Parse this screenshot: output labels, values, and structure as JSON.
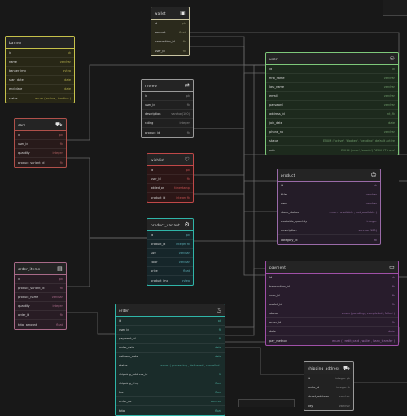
{
  "tables": [
    {
      "id": "wallet",
      "name": "wallet",
      "icon": "wallet-icon",
      "glyph": "▣",
      "color": "#c9c4a2",
      "bg": "#2b2a1c",
      "tcolor": "#8f8f6f",
      "rows": [
        [
          "id",
          "pk"
        ],
        [
          "amount",
          "float"
        ],
        [
          "transaction_id",
          "fk"
        ],
        [
          "user_id",
          "fk"
        ]
      ]
    },
    {
      "id": "banner",
      "name": "banner",
      "icon": "banner-icon",
      "glyph": "",
      "color": "#c5c04a",
      "bg": "#282716",
      "tcolor": "#b0aa4a",
      "rows": [
        [
          "id",
          "pk"
        ],
        [
          "name",
          "varchar"
        ],
        [
          "banner_img",
          "bytea"
        ],
        [
          "start_date",
          "date"
        ],
        [
          "end_date",
          "date"
        ],
        [
          "status",
          "enum ( active , inactive )"
        ]
      ]
    },
    {
      "id": "user",
      "name": "user",
      "icon": "user-icon",
      "glyph": "⚇",
      "color": "#7ec87a",
      "bg": "#1d2a1d",
      "tcolor": "#6f9a6a",
      "rows": [
        [
          "id",
          "pk"
        ],
        [
          "first_name",
          "varchar"
        ],
        [
          "last_name",
          "varchar"
        ],
        [
          "email",
          "varchar"
        ],
        [
          "password",
          "varchar"
        ],
        [
          "address_id",
          "int, fk"
        ],
        [
          "join_date",
          "date"
        ],
        [
          "phone_no",
          "varchar"
        ],
        [
          "status",
          "ENUM ('active', 'blocked', 'pending') default active"
        ],
        [
          "role",
          "ENUM ('user', 'admin') DEFAULT 'user'"
        ]
      ]
    },
    {
      "id": "review",
      "name": "review",
      "icon": "review-icon",
      "glyph": "⇄",
      "color": "#9a9a9a",
      "bg": "#202020",
      "tcolor": "#888888",
      "rows": [
        [
          "id",
          "pk"
        ],
        [
          "user_id",
          "fk"
        ],
        [
          "description",
          "varchar(100)"
        ],
        [
          "rating",
          "integer"
        ],
        [
          "product_id",
          "fk"
        ]
      ]
    },
    {
      "id": "cart",
      "name": "cart",
      "icon": "cart-icon",
      "glyph": "⛟",
      "color": "#b0504a",
      "bg": "#281a1a",
      "tcolor": "#b06060",
      "rows": [
        [
          "id",
          "pk"
        ],
        [
          "user_id",
          "fk"
        ],
        [
          "quantity",
          "integer"
        ],
        [
          "product_variant_id",
          "fk"
        ]
      ]
    },
    {
      "id": "wishlist",
      "name": "wishlist",
      "icon": "heart-icon",
      "glyph": "♡",
      "color": "#c04848",
      "bg": "#2c1616",
      "tcolor": "#c05050",
      "rows": [
        [
          "id",
          "pk"
        ],
        [
          "user_id",
          "fk"
        ],
        [
          "added_on",
          "timestamp"
        ],
        [
          "product_id",
          "integer fk"
        ]
      ]
    },
    {
      "id": "product",
      "name": "product",
      "icon": "product-icon",
      "glyph": "☺",
      "color": "#9a6aa8",
      "bg": "#241c28",
      "tcolor": "#9a78a8",
      "rows": [
        [
          "id",
          "pk"
        ],
        [
          "title",
          "varchar"
        ],
        [
          "desc",
          "varchar"
        ],
        [
          "stock_status",
          "enum ( available , not_available )"
        ],
        [
          "available_quantity",
          "integer"
        ],
        [
          "description",
          "varchar(100)"
        ],
        [
          "category_id",
          "fk"
        ]
      ]
    },
    {
      "id": "product_variant",
      "name": "product_variant",
      "icon": "gear-icon",
      "glyph": "⚙",
      "color": "#2fb5a8",
      "bg": "#16262a",
      "tcolor": "#58a8b0",
      "rows": [
        [
          "id",
          "pk"
        ],
        [
          "product_id",
          "integer fk"
        ],
        [
          "size",
          "varchar"
        ],
        [
          "color",
          "varchar"
        ],
        [
          "price",
          "float"
        ],
        [
          "product_img",
          "bytea"
        ]
      ]
    },
    {
      "id": "order_items",
      "name": "order_items",
      "icon": "list-icon",
      "glyph": "▤",
      "color": "#a86a88",
      "bg": "#281c24",
      "tcolor": "#a86a88",
      "rows": [
        [
          "id",
          "pk"
        ],
        [
          "product_variant_id",
          "fk"
        ],
        [
          "product_name",
          "varchar"
        ],
        [
          "quantity",
          "integer"
        ],
        [
          "order_id",
          "fk"
        ],
        [
          "total_amount",
          "float"
        ]
      ]
    },
    {
      "id": "payment",
      "name": "payment",
      "icon": "card-icon",
      "glyph": "▭",
      "color": "#a050a8",
      "bg": "#281c2c",
      "tcolor": "#a070b0",
      "rows": [
        [
          "id",
          "pk"
        ],
        [
          "transaction_id",
          "fk"
        ],
        [
          "user_id",
          "fk"
        ],
        [
          "wallet_id",
          "fk"
        ],
        [
          "status",
          "enum ( pending , completed , failed )"
        ],
        [
          "order_id",
          "fk"
        ],
        [
          "date",
          "date"
        ],
        [
          "pay_method",
          "enum ( credit_card , wallet , bank_transfer )"
        ]
      ]
    },
    {
      "id": "order",
      "name": "order",
      "icon": "clock-icon",
      "glyph": "◷",
      "color": "#2fb5a8",
      "bg": "#1a2c2a",
      "tcolor": "#4aa89a",
      "rows": [
        [
          "id",
          "pk"
        ],
        [
          "user_id",
          "fk"
        ],
        [
          "payment_id",
          "fk"
        ],
        [
          "order_date",
          "date"
        ],
        [
          "delivery_date",
          "date"
        ],
        [
          "status",
          "enum ( processing , delivered , cancelled )"
        ],
        [
          "shipping_address_id",
          "fk"
        ],
        [
          "shipping_chrg",
          "float"
        ],
        [
          "tax",
          "float"
        ],
        [
          "order_no",
          "varchar"
        ],
        [
          "total",
          "float"
        ]
      ]
    },
    {
      "id": "shipping_address",
      "name": "shipping_address",
      "icon": "truck-icon",
      "glyph": "⛟",
      "color": "#9a9a9a",
      "bg": "#222222",
      "tcolor": "#888888",
      "rows": [
        [
          "id",
          "integer pk"
        ],
        [
          "order_id",
          "integer fk"
        ],
        [
          "street_address",
          "varchar"
        ],
        [
          "city",
          "varchar"
        ]
      ]
    }
  ]
}
